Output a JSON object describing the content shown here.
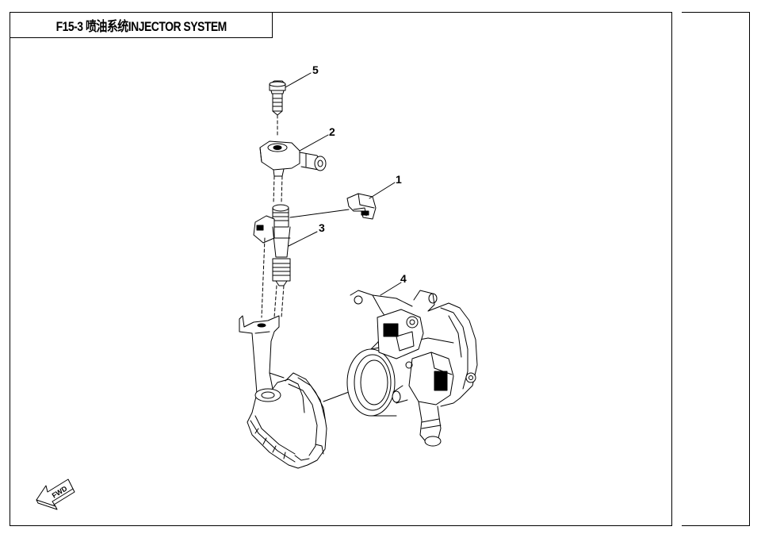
{
  "header": {
    "title": "F15-3 喷油系统INJECTOR SYSTEM"
  },
  "callouts": [
    {
      "id": "1",
      "label": "1"
    },
    {
      "id": "2",
      "label": "2"
    },
    {
      "id": "3",
      "label": "3"
    },
    {
      "id": "4",
      "label": "4"
    },
    {
      "id": "5",
      "label": "5"
    }
  ],
  "fwd_label": "FWD"
}
